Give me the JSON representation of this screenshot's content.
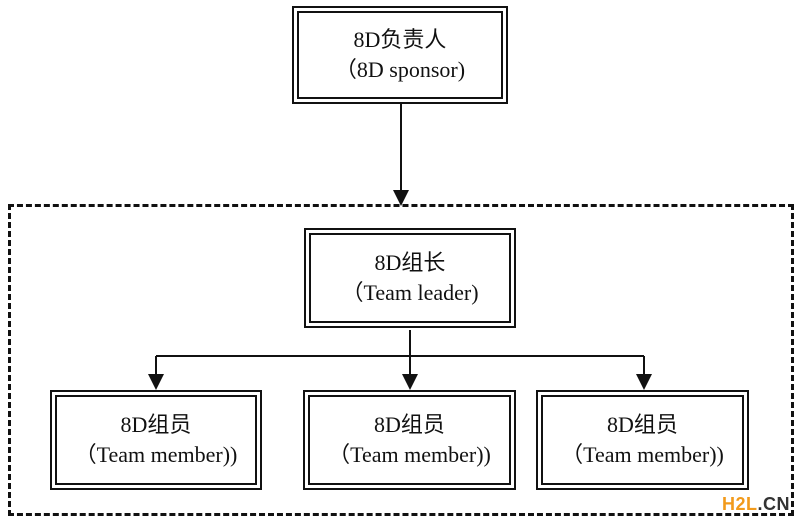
{
  "sponsor": {
    "title": "8D负责人",
    "subtitle": "（8D sponsor)"
  },
  "leader": {
    "title": "8D组长",
    "subtitle": "（Team leader)"
  },
  "members": [
    {
      "title": "8D组员",
      "subtitle": "（Team member))"
    },
    {
      "title": "8D组员",
      "subtitle": "（Team member))"
    },
    {
      "title": "8D组员",
      "subtitle": "（Team member))"
    }
  ],
  "watermark": {
    "brand": "H2L",
    "suffix": ".CN"
  }
}
